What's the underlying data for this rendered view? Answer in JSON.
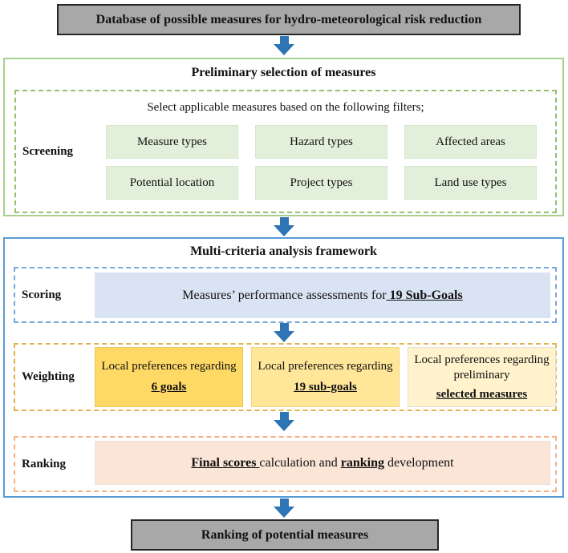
{
  "top_box": {
    "label": "Database of possible measures for hydro-meteorological risk reduction"
  },
  "preliminary": {
    "title": "Preliminary selection of measures",
    "screening_label": "Screening",
    "instruction": "Select applicable measures based on the following filters;",
    "filters": [
      "Measure types",
      "Hazard types",
      "Affected areas",
      "Potential location",
      "Project types",
      "Land use types"
    ]
  },
  "mca": {
    "title": "Multi-criteria analysis framework",
    "scoring": {
      "label": "Scoring",
      "text_prefix": "Measures’ performance assessments for",
      "text_emphasis": " 19 Sub-Goals"
    },
    "weighting": {
      "label": "Weighting",
      "boxes": [
        {
          "text": "Local preferences regarding",
          "emphasis": "6 goals"
        },
        {
          "text": "Local preferences regarding",
          "emphasis": "19 sub-goals"
        },
        {
          "text": "Local preferences regarding preliminary",
          "emphasis": "selected measures"
        }
      ]
    },
    "ranking": {
      "label": "Ranking",
      "part1": "Final scores ",
      "part2": "calculation and ",
      "part3": "ranking",
      "part4": " development"
    }
  },
  "bottom_box": {
    "label": "Ranking of potential measures"
  },
  "colors": {
    "arrow_blue": "#2e75b6",
    "terminal_box_fill": "#a8a8a8",
    "preliminary_frame_border": "#a9d18e",
    "screening_dash": "#95c071",
    "filter_box_fill": "#e2efda",
    "mca_frame_border": "#5b9bd5",
    "scoring_dash": "#7ba7d7",
    "scoring_box_fill": "#dae3f3",
    "weighting_dash": "#dcb64d",
    "weighting_box_fills": [
      "#ffd966",
      "#ffe699",
      "#fff2cc"
    ],
    "ranking_dash": "#f4b183",
    "ranking_box_fill": "#fbe5d6"
  }
}
